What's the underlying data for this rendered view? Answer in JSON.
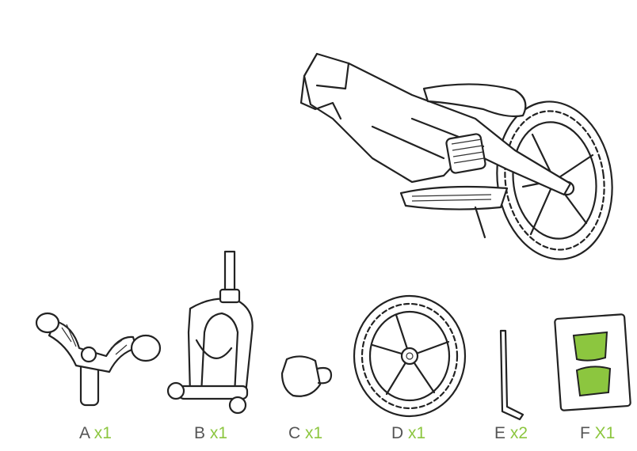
{
  "parts": [
    {
      "letter": "A",
      "qty": "x1"
    },
    {
      "letter": "B",
      "qty": "x1"
    },
    {
      "letter": "C",
      "qty": "x1"
    },
    {
      "letter": "D",
      "qty": "x1"
    },
    {
      "letter": "E",
      "qty": "x2"
    },
    {
      "letter": "F",
      "qty": "X1"
    }
  ],
  "colors": {
    "accent": "#8cc63f",
    "label": "#555555",
    "line": "#222222"
  }
}
